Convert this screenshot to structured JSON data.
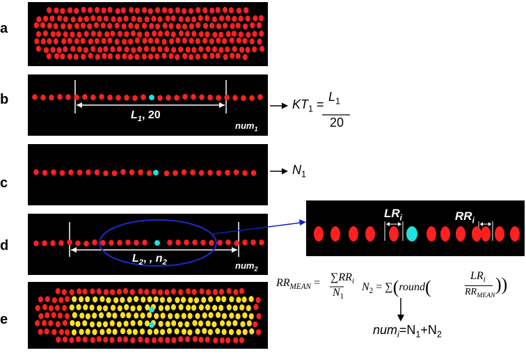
{
  "panels": {
    "a": {
      "label": "a"
    },
    "b": {
      "label": "b",
      "span_label": "L",
      "span_sub": "1",
      "span_suffix": ", 20",
      "num_label": "num",
      "num_sub": "1"
    },
    "c": {
      "label": "c"
    },
    "d": {
      "label": "d",
      "span_label": "L",
      "span_sub": "2",
      "span_suffix": ", n",
      "span_suffix_sub": "2",
      "num_label": "num",
      "num_sub": "2"
    },
    "e": {
      "label": "e"
    }
  },
  "equations": {
    "kt": {
      "lhs": "KT",
      "lhs_sub": "1",
      "eq": "=",
      "num": "L",
      "num_sub": "1",
      "den": "20"
    },
    "n1": {
      "text": "N",
      "sub": "1"
    },
    "rr_mean": {
      "lhs": "RR",
      "lhs_sub": "MEAN",
      "eq": "=",
      "sum": "∑",
      "num": "RR",
      "num_sub": "i",
      "den": "N",
      "den_sub": "1"
    },
    "n2": {
      "lhs": "N",
      "lhs_sub": "2",
      "eq": "= ∑",
      "fn": "round",
      "num": "LR",
      "num_sub": "i",
      "den": "RR",
      "den_sub": "MEAN"
    },
    "num_i": {
      "lhs": "num",
      "lhs_sub": "i",
      "rhs": "=N",
      "rhs_sub": "1",
      "plus": "+N",
      "plus_sub": "2"
    }
  },
  "zoom": {
    "lr_label": "LR",
    "lr_sub": "i",
    "rr_label": "RR",
    "rr_sub": "i"
  },
  "colors": {
    "kernel_red": "#ff2020",
    "kernel_cyan": "#20e0e0",
    "kernel_yellow": "#ffe020",
    "blue": "#1020c0",
    "panel_bg": "#000000"
  }
}
